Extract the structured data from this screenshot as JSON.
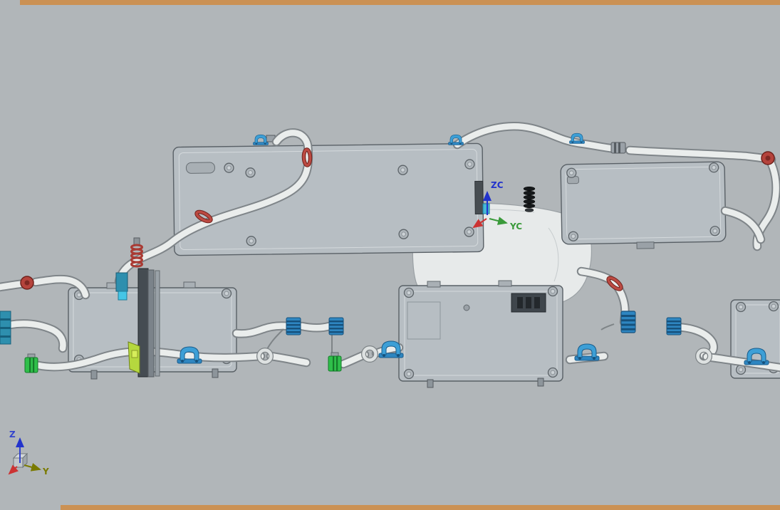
{
  "window_frame": {
    "color": "#cb9154"
  },
  "viewport": {
    "background": "#b1b6b9"
  },
  "datum_csys": {
    "zc_label": "ZC",
    "yc_label": "YC"
  },
  "view_triad": {
    "z_label": "Z",
    "y_label": "Y"
  },
  "palette": {
    "part_gray": "#b7bec3",
    "part_edge": "#596066",
    "tube_fill": "#eaedec",
    "tube_edge": "#7f8589",
    "clamp_red": "#b5433c",
    "clamp_blue": "#3d9fd6",
    "connector_blue": "#2e86c1",
    "connector_green": "#2fbf4a",
    "connector_teal": "#2e8fae",
    "highlight_yellow_green": "#b5d83e",
    "axis_zc_blue": "#2233cc",
    "axis_yc_green": "#3a9a3a",
    "triad_z_blue": "#3344cc",
    "triad_y_olive": "#7a7a00",
    "triad_x_red": "#cc3333"
  }
}
